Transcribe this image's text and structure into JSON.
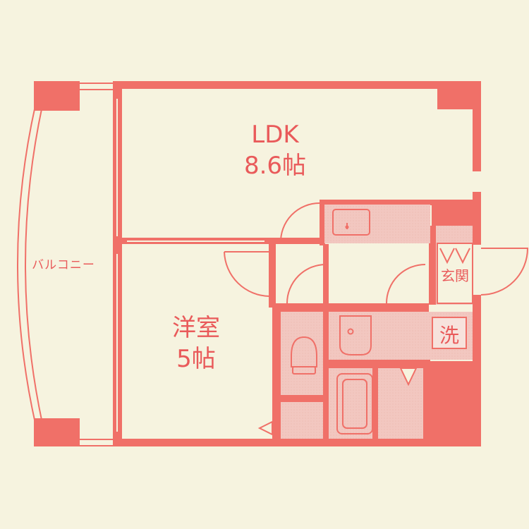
{
  "colors": {
    "background": "#f6f3df",
    "wall": "#f07068",
    "wet_area_fill": "#f2c7c0",
    "label": "#e95a5a"
  },
  "rooms": {
    "ldk": {
      "name": "LDK",
      "size": "8.6帖"
    },
    "western": {
      "name": "洋室",
      "size": "5帖"
    },
    "balcony": {
      "name": "バルコニー"
    },
    "entrance": {
      "name": "玄関"
    },
    "washroom": {
      "name": "洗"
    }
  },
  "icons": [
    "kitchen-sink-icon",
    "toilet-icon",
    "washbasin-icon",
    "bathtub-icon",
    "door-swing-icon"
  ]
}
